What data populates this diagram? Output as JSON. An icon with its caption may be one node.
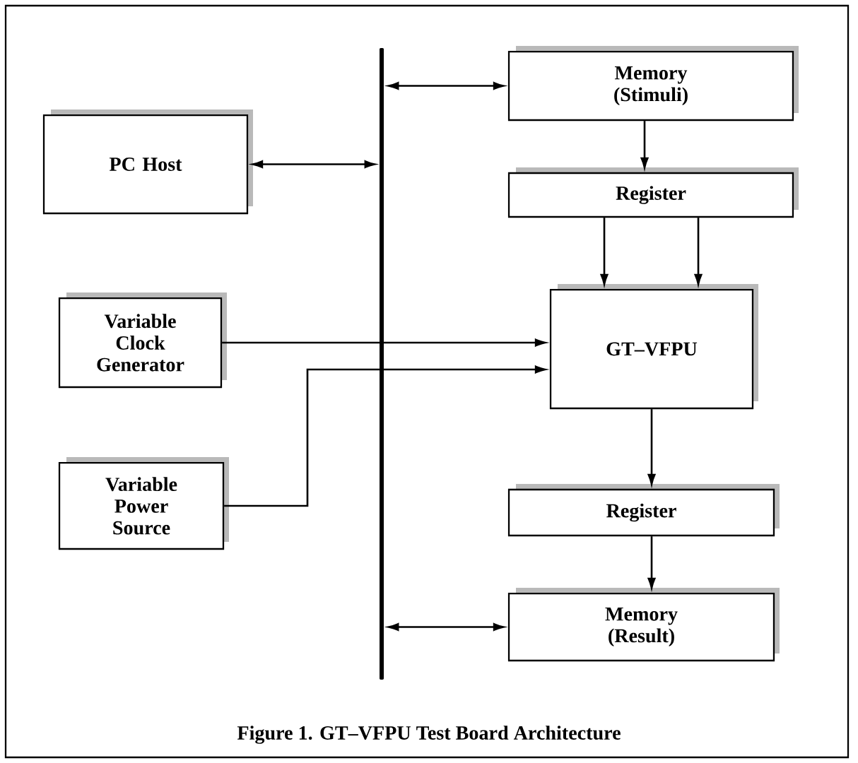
{
  "diagram": {
    "caption": "Figure 1. GT–VFPU Test Board Architecture",
    "nodes": [
      {
        "text": [
          "Memory (Stimuli)"
        ]
      },
      {
        "text": [
          "PC Host"
        ]
      },
      {
        "text": [
          "Register"
        ]
      },
      {
        "text": [
          "Variable Clock Generator"
        ]
      },
      {
        "text": [
          "GT–VFPU"
        ]
      },
      {
        "text": [
          "Variable Power Source"
        ]
      },
      {
        "text": [
          "Register"
        ]
      },
      {
        "text": [
          "Memory (Result)"
        ]
      },
      {
        "text": [],
        "shape": "bar"
      }
    ],
    "edges": [
      {
        "from": 8,
        "to": 0,
        "arrow": "both"
      },
      {
        "from": 1,
        "to": 8,
        "arrow": "both"
      },
      {
        "from": 0,
        "to": 2,
        "arrow": "to"
      },
      {
        "from": 2,
        "to": 4,
        "arrow": "to"
      },
      {
        "from": 2,
        "to": 4,
        "arrow": "to"
      },
      {
        "from": 3,
        "to": 4,
        "arrow": "to"
      },
      {
        "from": 5,
        "to": 4,
        "arrow": "to"
      },
      {
        "from": 4,
        "to": 6,
        "arrow": "to"
      },
      {
        "from": 6,
        "to": 7,
        "arrow": "to"
      },
      {
        "from": 8,
        "to": 7,
        "arrow": "both"
      }
    ]
  }
}
